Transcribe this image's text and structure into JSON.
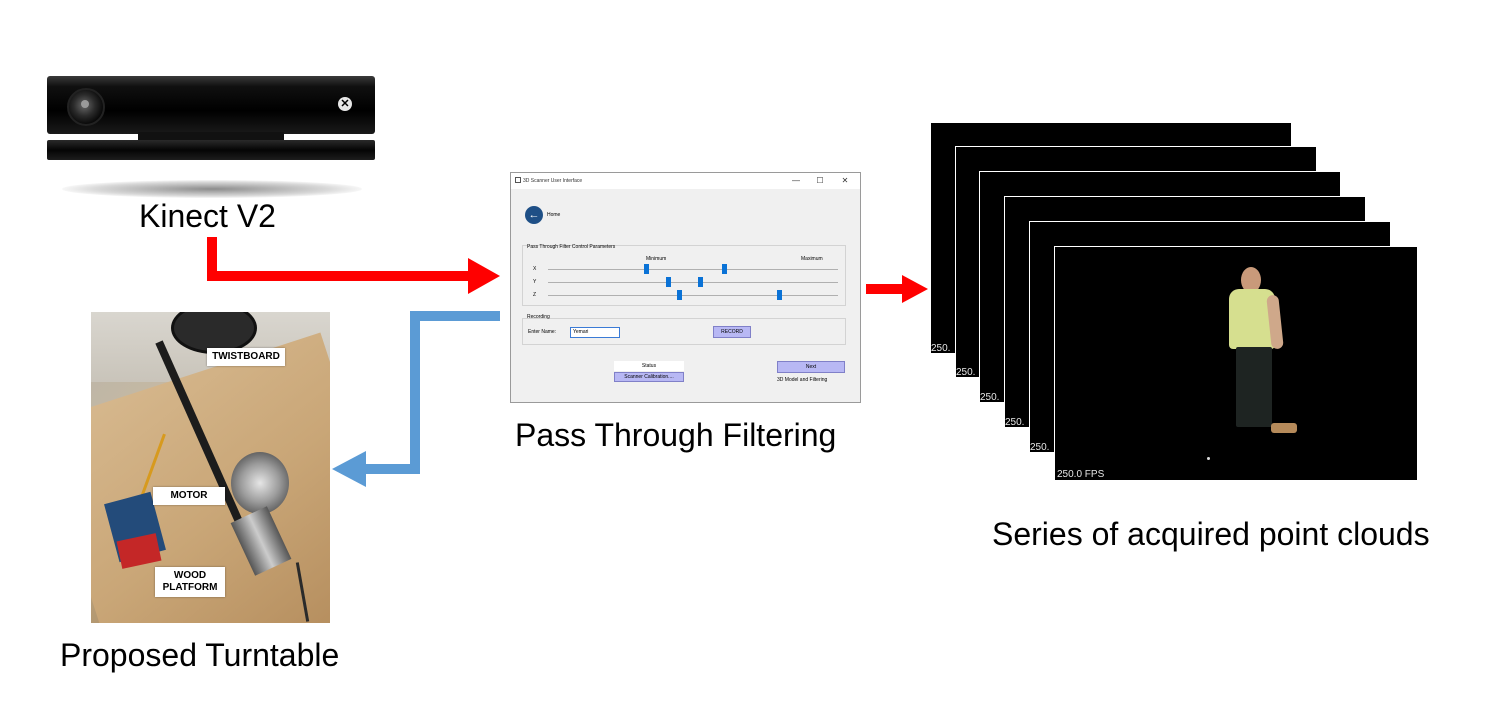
{
  "kinect": {
    "caption": "Kinect V2",
    "logo_icon": "xbox-logo-icon"
  },
  "turntable": {
    "caption": "Proposed Turntable",
    "labels": {
      "twistboard": "TWISTBOARD",
      "motor": "MOTOR",
      "wood_line1": "WOOD",
      "wood_line2": "PLATFORM"
    }
  },
  "gui": {
    "caption": "Pass Through Filtering",
    "window_title": "3D Scanner User Interface",
    "controls": {
      "minimize": "—",
      "maximize": "☐",
      "close": "✕"
    },
    "back_label": "Home",
    "filter_group": {
      "title": "Pass Through Filter Control Parameters",
      "min_label": "Minimum",
      "max_label": "Maximum",
      "axes": [
        "X",
        "Y",
        "Z"
      ]
    },
    "recording_group": {
      "title": "Recording",
      "name_label": "Enter Name:",
      "name_value": "Yemari",
      "record_button": "RECORD"
    },
    "status_label": "Status",
    "calibration_button": "Scanner Calibration....",
    "next_button": "Next",
    "next_caption": "3D Model and Filtering"
  },
  "point_clouds": {
    "caption": "Series of acquired point clouds",
    "frame_label": "250.0 FPS",
    "partial_label": "250.",
    "frame_count": 6
  },
  "colors": {
    "forward_arrow": "#ff0000",
    "return_arrow": "#5b9bd5"
  }
}
